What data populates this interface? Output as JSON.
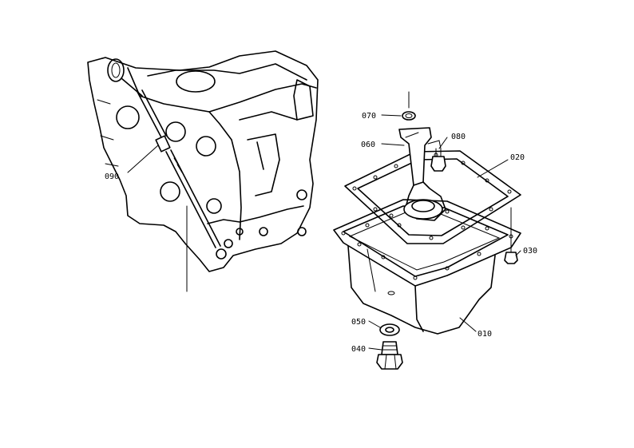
{
  "labels": {
    "p010": "010",
    "p020": "020",
    "p030": "030",
    "p040": "040",
    "p050": "050",
    "p060": "060",
    "p070": "070",
    "p080": "080",
    "p090": "090"
  }
}
